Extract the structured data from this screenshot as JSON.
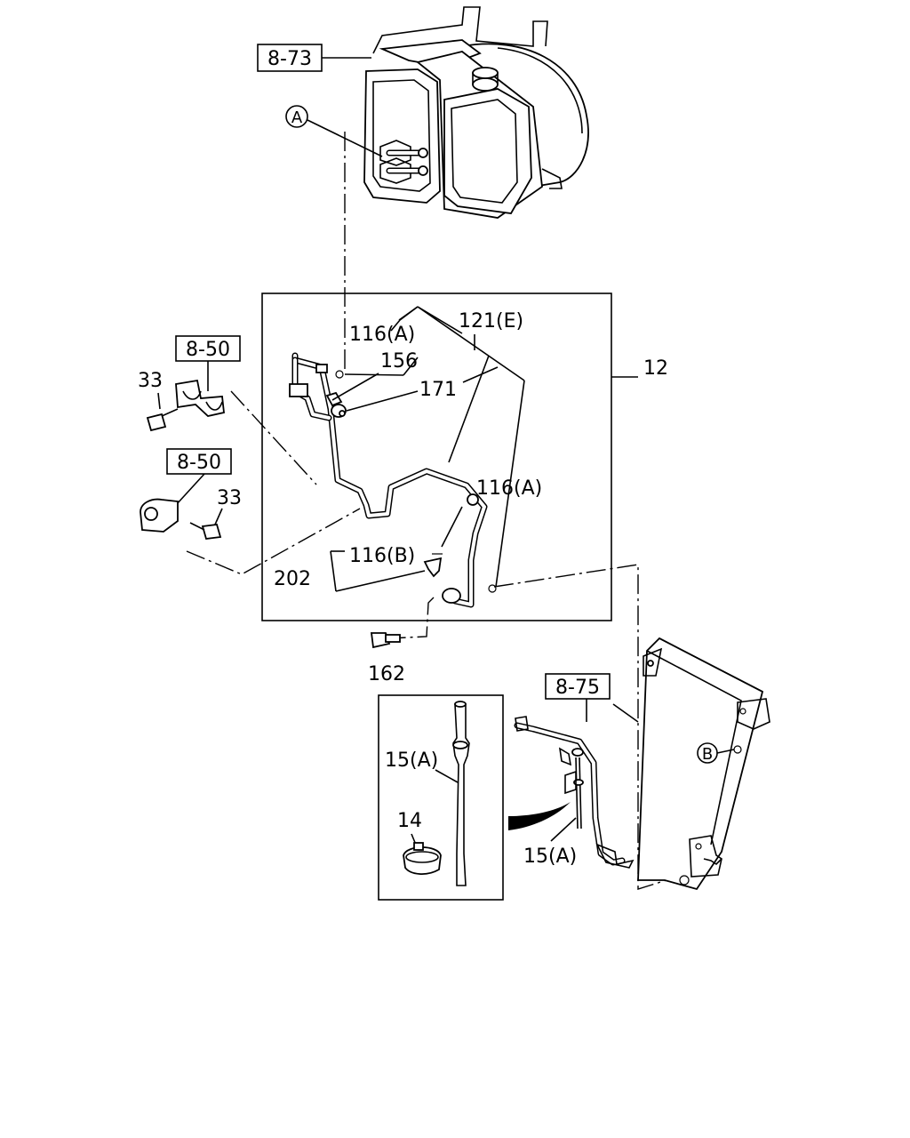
{
  "diagram": {
    "refs": {
      "ref_8_73": "8-73",
      "ref_8_50_top": "8-50",
      "ref_8_50_bottom": "8-50",
      "ref_8_75": "8-75"
    },
    "callouts": {
      "A": "A",
      "B": "B"
    },
    "labels": {
      "p116a_top": "116(A)",
      "p121e": "121(E)",
      "p156": "156",
      "p171": "171",
      "p12": "12",
      "p33_top": "33",
      "p33_bottom": "33",
      "p116a_right": "116(A)",
      "p116b": "116(B)",
      "p202": "202",
      "p162": "162",
      "p15a_inset": "15(A)",
      "p14": "14",
      "p15a_right": "15(A)"
    }
  }
}
